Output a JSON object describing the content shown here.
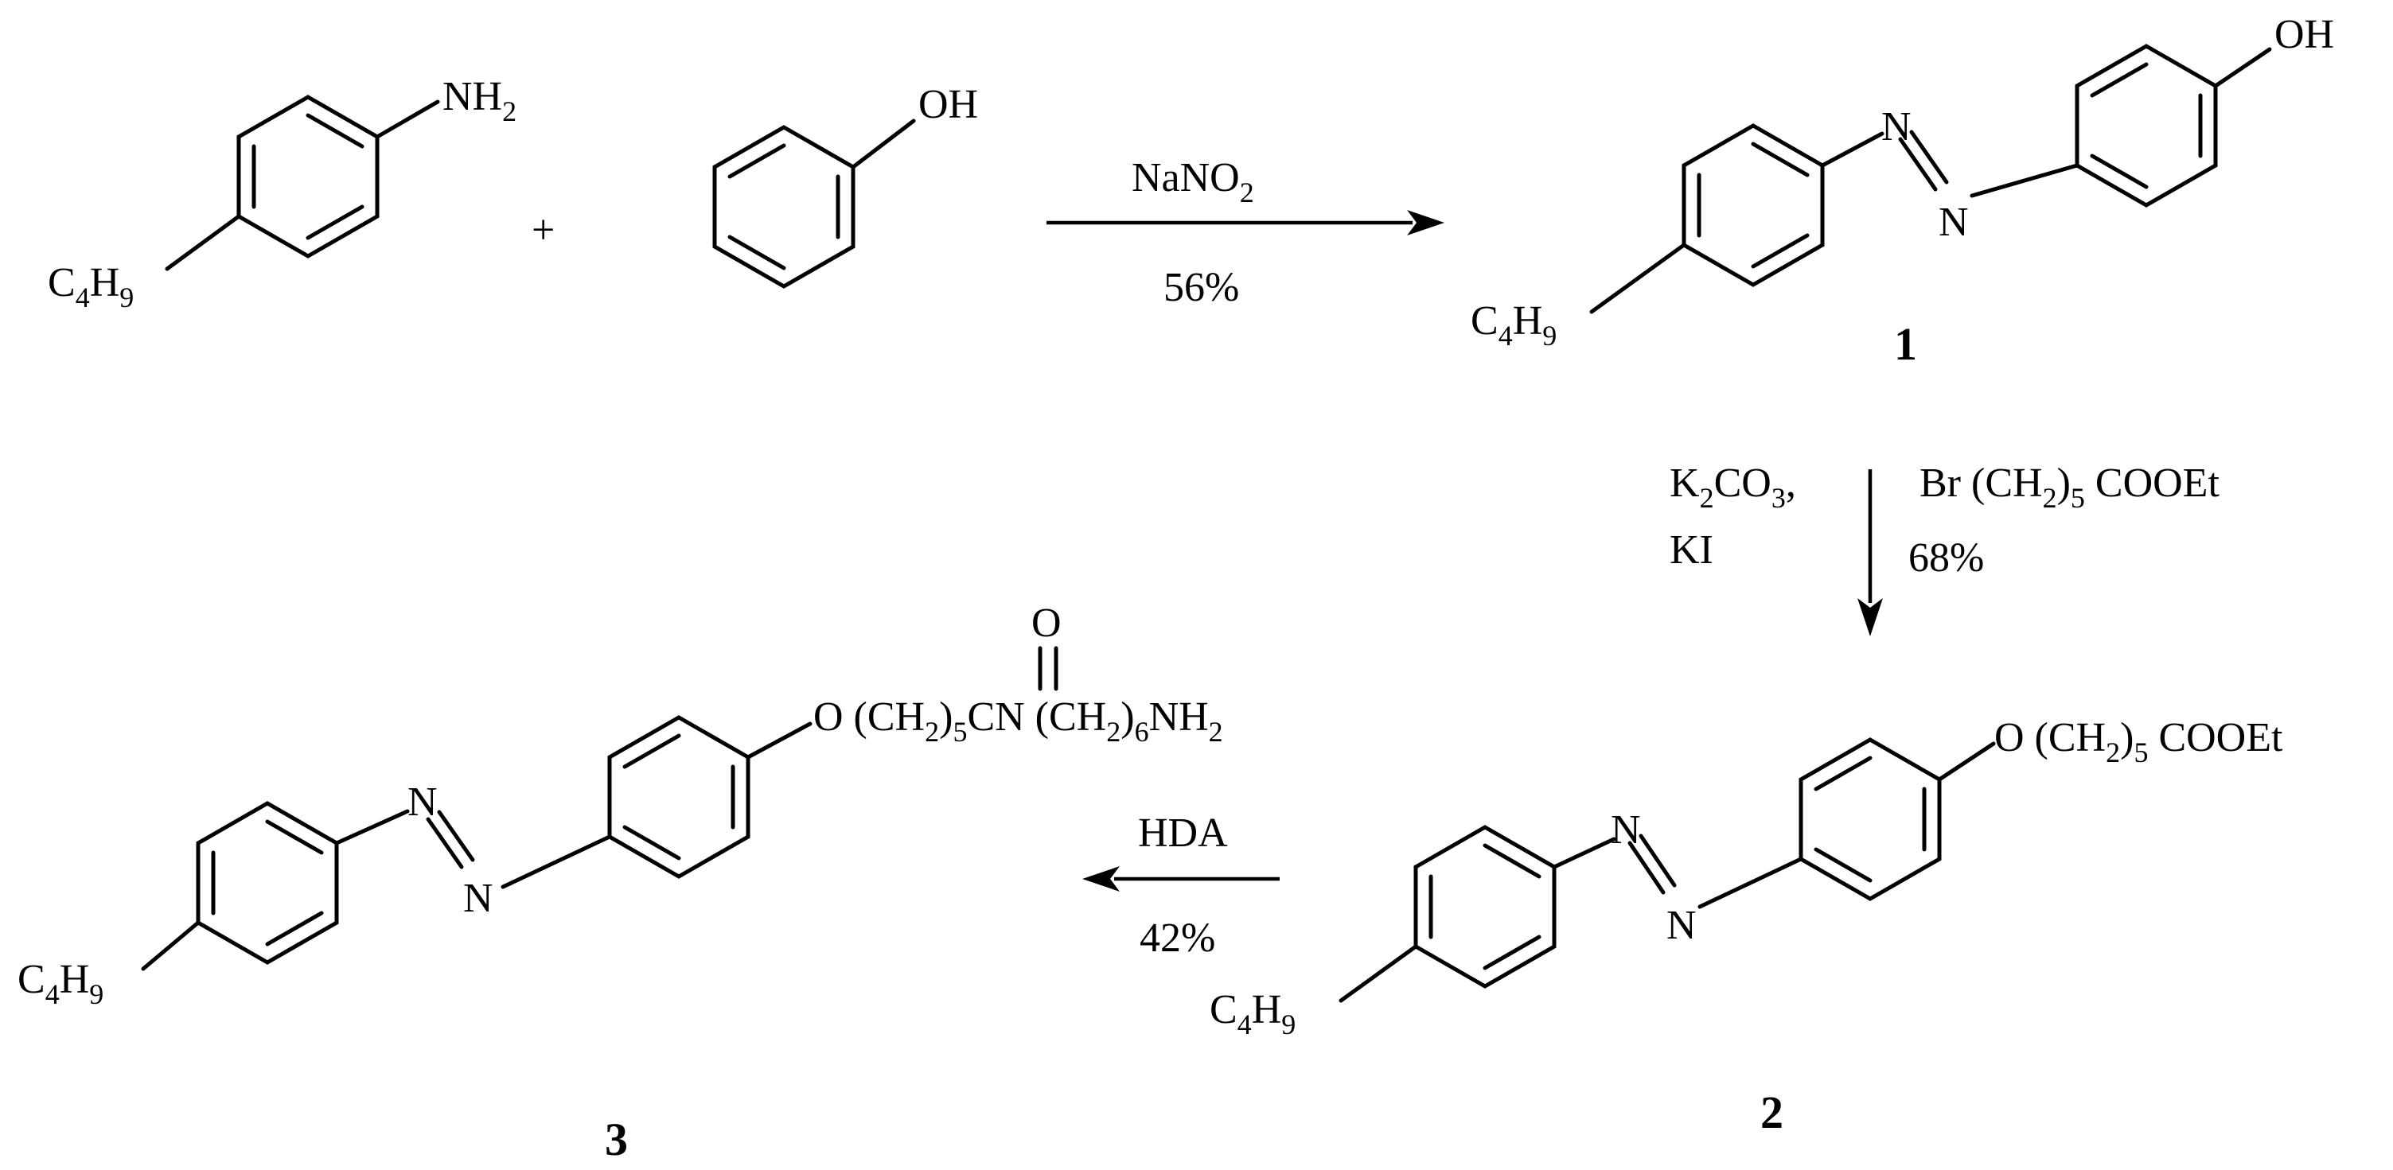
{
  "scheme": {
    "reactant_aniline": {
      "amine_group": "NH",
      "amine_sub": "2",
      "alkyl_main": "C",
      "alkyl_c_sub": "4",
      "alkyl_h": "H",
      "alkyl_h_sub": "9"
    },
    "plus_sign": "+",
    "reactant_phenol": {
      "hydroxyl": "OH"
    },
    "step1": {
      "reagent_main": "NaNO",
      "reagent_sub": "2",
      "yield": "56%"
    },
    "product1": {
      "hydroxyl": "OH",
      "azo_n1": "N",
      "azo_n2": "N",
      "alkyl_main": "C",
      "alkyl_c_sub": "4",
      "alkyl_h": "H",
      "alkyl_h_sub": "9",
      "number": "1"
    },
    "step2": {
      "base_k": "K",
      "base_k_sub": "2",
      "base_co": "CO",
      "base_co_sub": "3",
      "base_comma": ",",
      "additive": "KI",
      "alkylator_br": "Br (CH",
      "alkylator_h_sub": "2",
      "alkylator_paren": ")",
      "alkylator_n_sub": "5",
      "alkylator_tail": " COOEt",
      "yield": "68%"
    },
    "product2": {
      "ether_o": "O (CH",
      "ether_h_sub": "2",
      "ether_paren": ")",
      "ether_n_sub": "5",
      "ether_tail": " COOEt",
      "azo_n1": "N",
      "azo_n2": "N",
      "alkyl_main": "C",
      "alkyl_c_sub": "4",
      "alkyl_h": "H",
      "alkyl_h_sub": "9",
      "number": "2"
    },
    "step3": {
      "reagent": "HDA",
      "yield": "42%"
    },
    "product3": {
      "carbonyl_o": "O",
      "chain_a": "O (CH",
      "chain_a_h_sub": "2",
      "chain_a_paren": ")",
      "chain_a_n_sub": "5",
      "chain_cn": "CN (CH",
      "chain_b_h_sub": "2",
      "chain_b_paren": ")",
      "chain_b_n_sub": "6",
      "chain_nh": "NH",
      "chain_nh_sub": "2",
      "azo_n1": "N",
      "azo_n2": "N",
      "alkyl_main": "C",
      "alkyl_c_sub": "4",
      "alkyl_h": "H",
      "alkyl_h_sub": "9",
      "number": "3"
    }
  }
}
